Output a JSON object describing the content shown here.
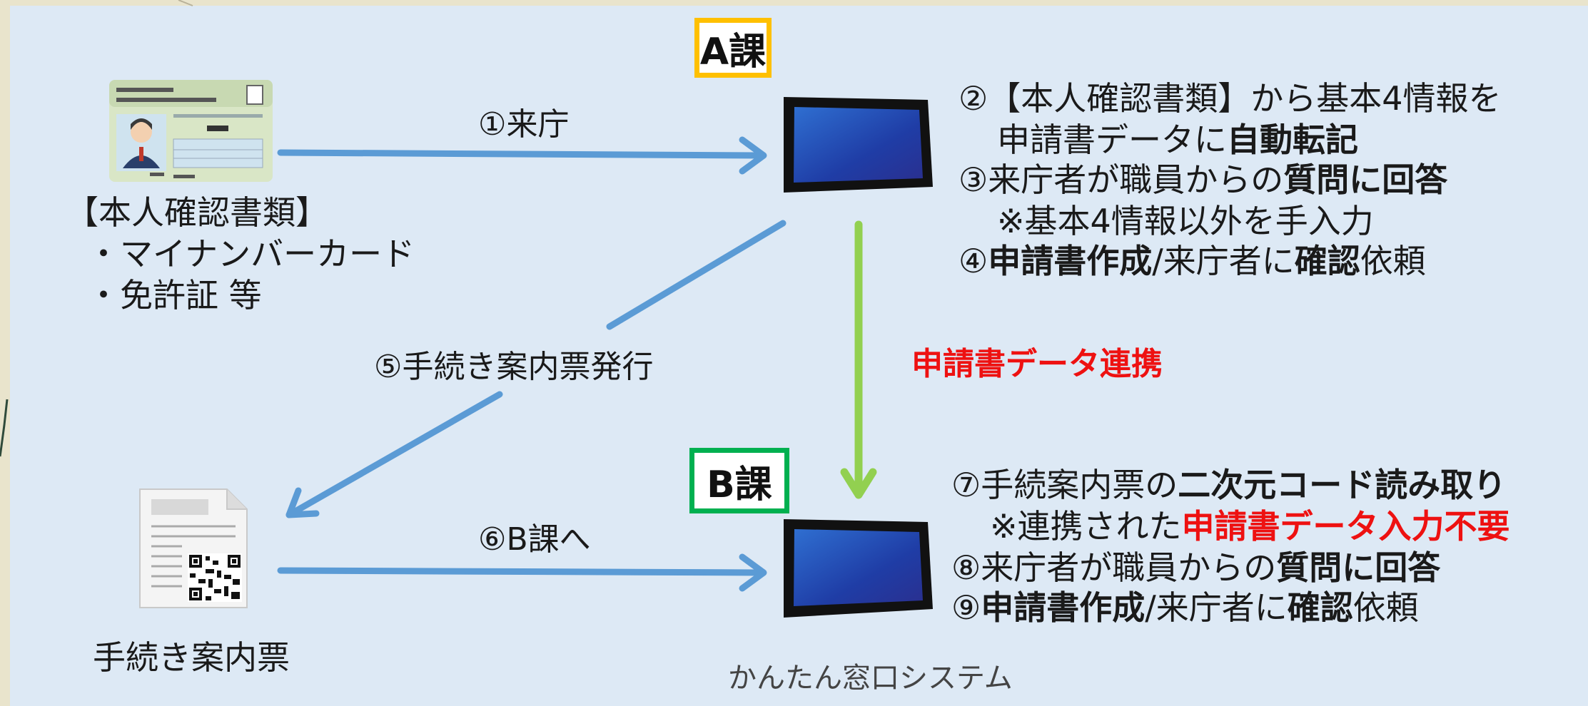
{
  "depts": {
    "a": "A課",
    "b": "B課"
  },
  "id_docs": {
    "title": "【本人確認書類】",
    "item1": "・マイナンバーカード",
    "item2": "・免許証 等"
  },
  "guide_ticket_label": "手続き案内票",
  "arrows": {
    "visit": "①来庁",
    "issue": "⑤手続き案内票発行",
    "to_b": "⑥B課へ",
    "data_link": "申請書データ連携"
  },
  "a_steps": {
    "s2_line1": "②【本人確認書類】から基本4情報を",
    "s2_line2_pre": "申請書データに",
    "s2_line2_bold": "自動転記",
    "s3_pre": "③来庁者が職員からの",
    "s3_bold": "質問に回答",
    "s3_note": "※基本4情報以外を手入力",
    "s4_num": "④",
    "s4_bold1": "申請書作成",
    "s4_mid": "/来庁者に",
    "s4_bold2": "確認",
    "s4_end": "依頼"
  },
  "b_steps": {
    "s7_pre": "⑦手続案内票の",
    "s7_bold": "二次元コード読み取り",
    "s7_note_pre": "※連携された",
    "s7_note_red": "申請書データ入力不要",
    "s8_pre": "⑧来庁者が職員からの",
    "s8_bold": "質問に回答",
    "s9_num": "⑨",
    "s9_bold1": "申請書作成",
    "s9_mid": "/来庁者に",
    "s9_bold2": "確認",
    "s9_end": "依頼"
  },
  "footer": "かんたん窓口システム",
  "colors": {
    "panel_bg": "#dde9f5",
    "flow_arrow": "#5b9bd5",
    "data_arrow": "#92d050",
    "a_border": "#ffc000",
    "b_border": "#00b050",
    "emphasis_red": "#ee1111"
  },
  "icons": {
    "id_card": "id-card-icon",
    "guide_ticket": "qr-ticket-icon",
    "tablet_a": "tablet-icon",
    "tablet_b": "tablet-icon"
  }
}
